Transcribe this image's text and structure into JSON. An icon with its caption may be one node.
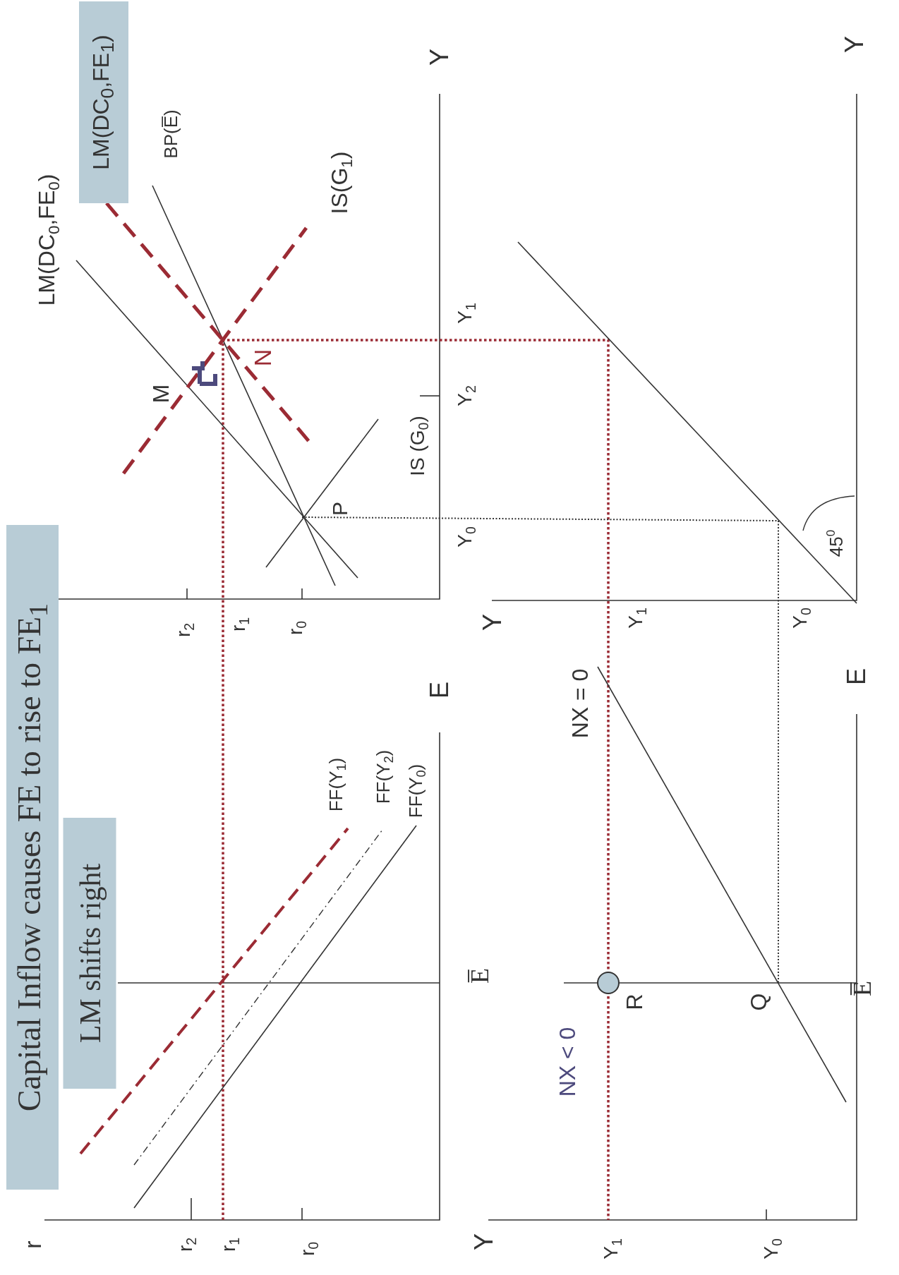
{
  "diagram": {
    "nodes": [
      {
        "text": [
          "Capital Inflow causes FE to rise to FE$_{1}$"
        ]
      },
      {
        "text": [
          "LM shifts right"
        ]
      },
      {
        "text": [
          "LM(DC$_{0}$,FE$_{1}$)"
        ]
      },
      {
        "text": [],
        "shape": "circle",
        "beside": [
          "R"
        ]
      }
    ],
    "labels": [
      "r",
      "r$_{2}$",
      "r$_{1}$",
      "r$_{0}$",
      "r$_{2}$",
      "r$_{1}$",
      "r$_{0}$",
      "E",
      "E̅",
      "FF(Y$_{1}$)",
      "FF(Y$_{2}$)",
      "FF(Y$_{0}$)",
      "Y",
      "LM(DC$_{0}$,FE$_{0}$)",
      "BP(E̅)",
      "IS(G$_{1}$)",
      "M",
      "N",
      "P",
      "IS (G$_{0}$)",
      "Y$_{1}$",
      "Y$_{2}$",
      "Y$_{0}$",
      "Y",
      "45$^{0}$",
      "Y",
      "Y$_{1}$",
      "Y$_{0}$",
      "NX = 0",
      "E",
      "E̅",
      "Q",
      "NX < 0",
      "Y",
      "Y$_{1}$",
      "Y$_{0}$"
    ]
  }
}
